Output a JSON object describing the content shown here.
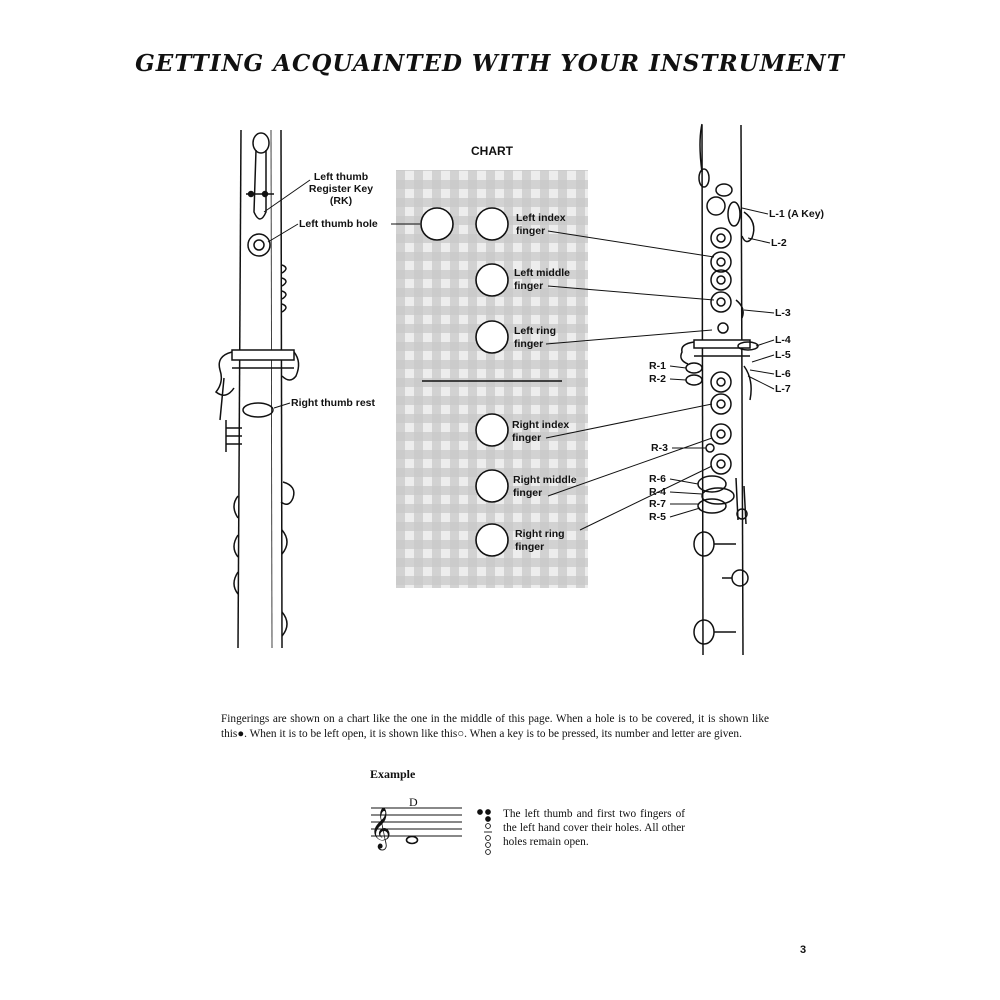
{
  "page": {
    "title": "GETTING ACQUAINTED WITH YOUR INSTRUMENT",
    "page_number": "3"
  },
  "chart": {
    "heading": "CHART",
    "finger_labels": {
      "left_index": [
        "Left index",
        "finger"
      ],
      "left_middle": [
        "Left middle",
        "finger"
      ],
      "left_ring": [
        "Left ring",
        "finger"
      ],
      "right_index": [
        "Right index",
        "finger"
      ],
      "right_middle": [
        "Right middle",
        "finger"
      ],
      "right_ring": [
        "Right ring",
        "finger"
      ]
    }
  },
  "back_view": {
    "register_key": [
      "Left thumb",
      "Register Key",
      "(RK)"
    ],
    "thumb_hole": "Left thumb hole",
    "thumb_rest": "Right thumb rest"
  },
  "front_view": {
    "key_labels": {
      "l1": "L-1 (A Key)",
      "l2": "L-2",
      "l3": "L-3",
      "l4": "L-4",
      "l5": "L-5",
      "l6": "L-6",
      "l7": "L-7",
      "r1": "R-1",
      "r2": "R-2",
      "r3": "R-3",
      "r6": "R-6",
      "r4": "R-4",
      "r7": "R-7",
      "r5": "R-5"
    }
  },
  "explanation": {
    "before_filled": "Fingerings are shown on a chart like the one in the middle of this page. When a hole is to be covered, it is shown like this",
    "filled_symbol": "●",
    "middle": ". When it is to be left open, it is shown like this",
    "open_symbol": "○",
    "after_open": ". When a key is to be pressed, its number and letter are given."
  },
  "example": {
    "heading": "Example",
    "note_name": "D",
    "description": "The left thumb and first two fingers of the left hand cover their holes. All other holes remain open.",
    "fingering": [
      "filled",
      "filled",
      "filled",
      "open",
      "open",
      "open",
      "open"
    ]
  }
}
